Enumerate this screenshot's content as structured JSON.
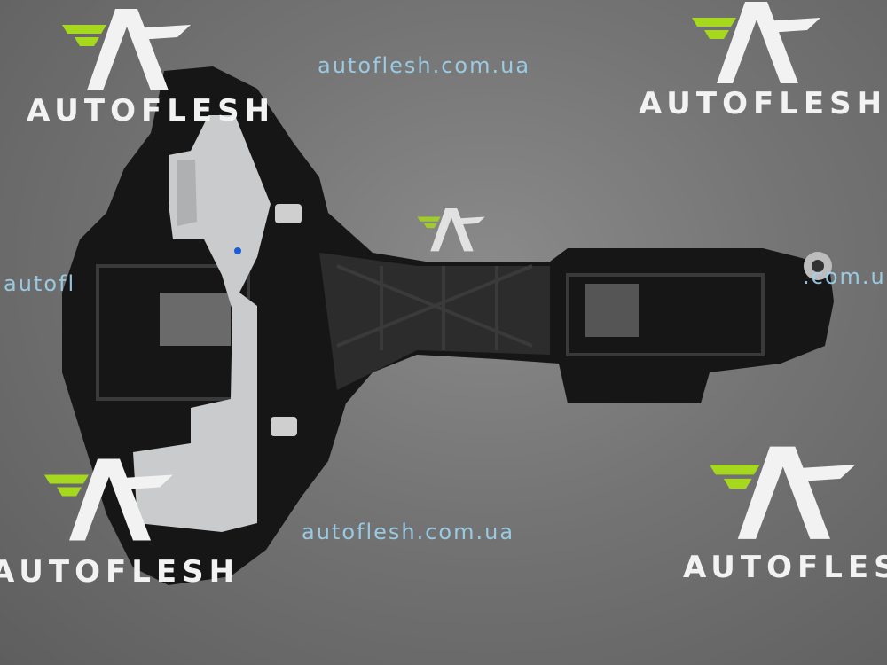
{
  "watermarks": {
    "brand": "AUTOFLESH",
    "url": "autoflesh.com.ua",
    "url_partial_left": "autofl",
    "url_partial_right": ".com.ua"
  },
  "colors": {
    "background": "#747474",
    "part": "#1a1a1a",
    "bracket": "#c9cbcc",
    "logo_green": "#a6d81e",
    "url_blue": "#9fd4ee"
  }
}
